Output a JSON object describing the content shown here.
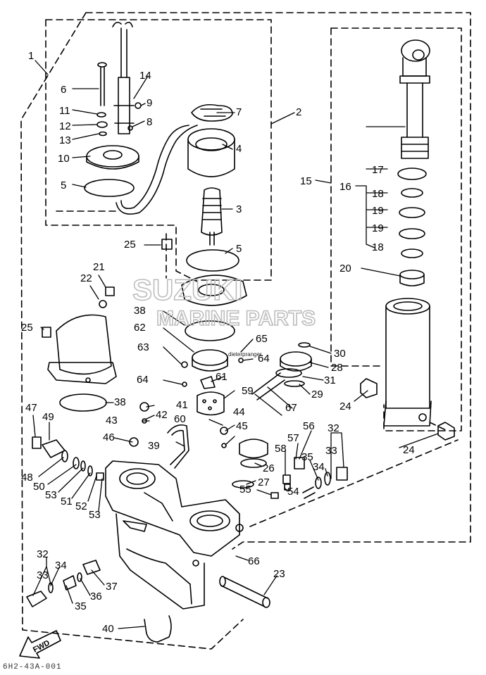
{
  "diagram": {
    "watermark_line1": "SUZUKI",
    "watermark_line2": "MARINE PARTS",
    "small_print": "dieterpranger",
    "footer_code": "6H2-43A-001",
    "fwd_label": "FWD",
    "callouts": {
      "c1": "1",
      "c2": "2",
      "c3": "3",
      "c4": "4",
      "c5a": "5",
      "c5b": "5",
      "c6": "6",
      "c7": "7",
      "c8": "8",
      "c9": "9",
      "c10": "10",
      "c11": "11",
      "c12": "12",
      "c13": "13",
      "c14": "14",
      "c15": "15",
      "c16": "16",
      "c17": "17",
      "c18a": "18",
      "c18b": "18",
      "c19a": "19",
      "c19b": "19",
      "c20": "20",
      "c21": "21",
      "c22": "22",
      "c23": "23",
      "c24a": "24",
      "c24b": "24",
      "c25a": "25",
      "c25b": "25",
      "c26": "26",
      "c27": "27",
      "c28": "28",
      "c29": "29",
      "c30": "30",
      "c31": "31",
      "c32a": "32",
      "c32b": "32",
      "c33a": "33",
      "c33b": "33",
      "c34a": "34",
      "c34b": "34",
      "c35a": "35",
      "c35b": "35",
      "c36": "36",
      "c37": "37",
      "c38a": "38",
      "c38b": "38",
      "c39": "39",
      "c40": "40",
      "c41": "41",
      "c42": "42",
      "c43": "43",
      "c44": "44",
      "c45": "45",
      "c46": "46",
      "c47": "47",
      "c48": "48",
      "c49": "49",
      "c50": "50",
      "c51": "51",
      "c52": "52",
      "c53a": "53",
      "c53b": "53",
      "c54": "54",
      "c55": "55",
      "c56": "56",
      "c57": "57",
      "c58": "58",
      "c59": "59",
      "c60": "60",
      "c61": "61",
      "c62": "62",
      "c63": "63",
      "c64a": "64",
      "c64b": "64",
      "c65": "65",
      "c66": "66",
      "c67": "67"
    }
  }
}
